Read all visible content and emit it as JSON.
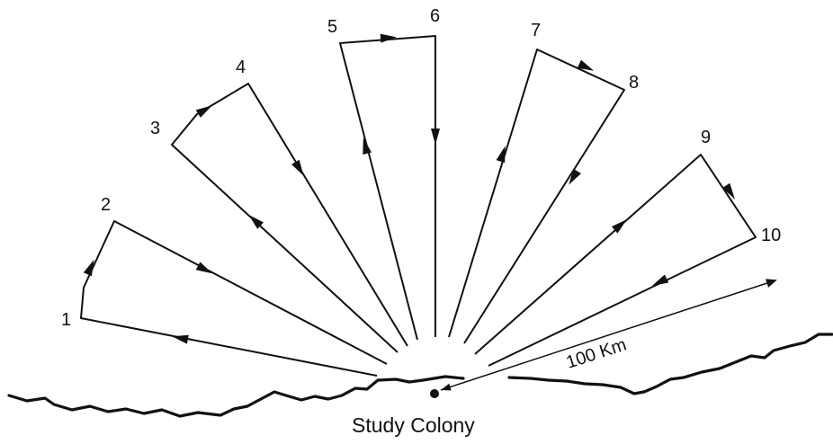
{
  "figure": {
    "site_labels": [
      "1",
      "2",
      "3",
      "4",
      "5",
      "6",
      "7",
      "8",
      "9",
      "10"
    ],
    "scale_label": "100 Km",
    "colony_label": "Study Colony"
  }
}
